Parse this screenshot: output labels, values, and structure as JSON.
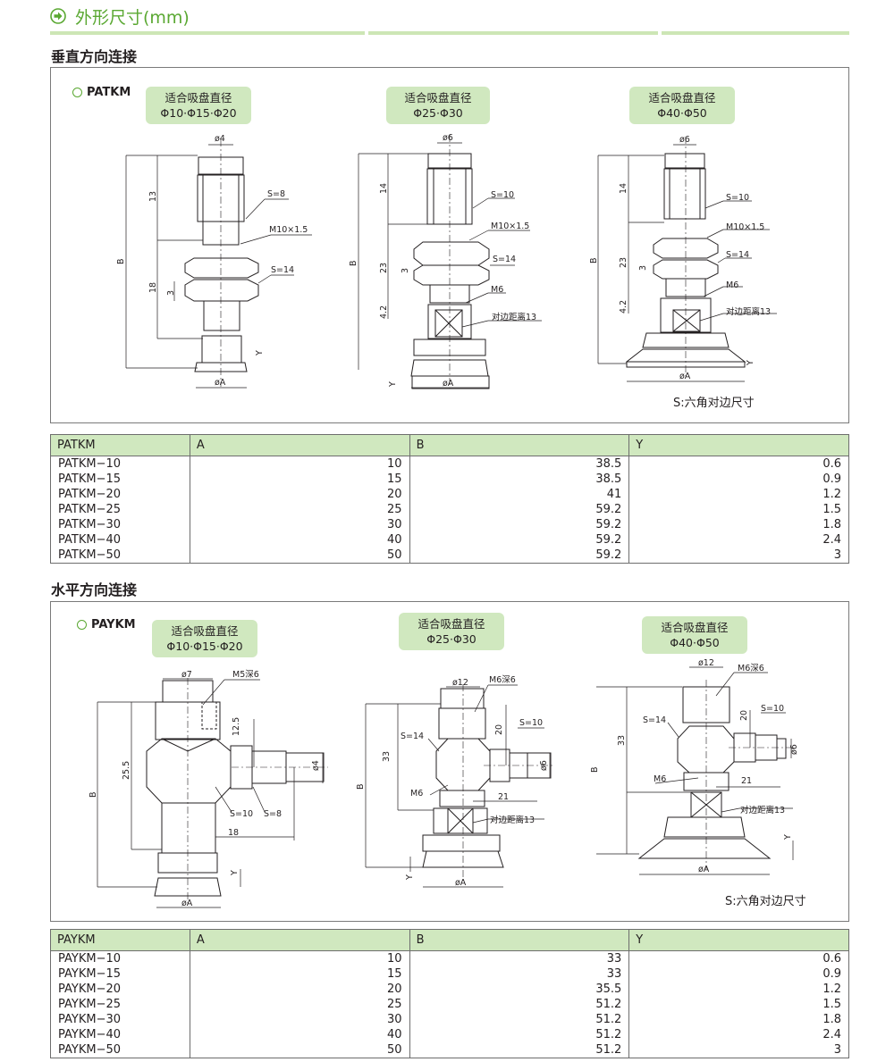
{
  "header": {
    "title": "外形尺寸(mm)",
    "icon": "arrow-circle-icon",
    "accent": "#5aa832"
  },
  "vertical": {
    "title": "垂直方向连接",
    "model": "PATKM",
    "fit_boxes": [
      {
        "line1": "适合吸盘直径",
        "line2": "Φ10·Φ15·Φ20"
      },
      {
        "line1": "适合吸盘直径",
        "line2": "Φ25·Φ30"
      },
      {
        "line1": "适合吸盘直径",
        "line2": "Φ40·Φ50"
      }
    ],
    "note": "S:六角对边尺寸",
    "labels": {
      "d4": "ø4",
      "d6": "ø6",
      "dA": "øA",
      "s8": "S=8",
      "s10": "S=10",
      "s14": "S=14",
      "m10": "M10×1.5",
      "m6": "M6",
      "opp13": "对边距离13",
      "n13": "13",
      "n18": "18",
      "n3": "3",
      "n14": "14",
      "n23": "23",
      "n42": "4.2",
      "B": "B",
      "Y": "Y"
    },
    "table": {
      "headers": [
        "PATKM",
        "A",
        "B",
        "Y"
      ],
      "rows": [
        [
          "PATKM−10",
          "10",
          "38.5",
          "0.6"
        ],
        [
          "PATKM−15",
          "15",
          "38.5",
          "0.9"
        ],
        [
          "PATKM−20",
          "20",
          "41",
          "1.2"
        ],
        [
          "PATKM−25",
          "25",
          "59.2",
          "1.5"
        ],
        [
          "PATKM−30",
          "30",
          "59.2",
          "1.8"
        ],
        [
          "PATKM−40",
          "40",
          "59.2",
          "2.4"
        ],
        [
          "PATKM−50",
          "50",
          "59.2",
          "3"
        ]
      ]
    }
  },
  "horizontal": {
    "title": "水平方向连接",
    "model": "PAYKM",
    "fit_boxes": [
      {
        "line1": "适合吸盘直径",
        "line2": "Φ10·Φ15·Φ20"
      },
      {
        "line1": "适合吸盘直径",
        "line2": "Φ25·Φ30"
      },
      {
        "line1": "适合吸盘直径",
        "line2": "Φ40·Φ50"
      }
    ],
    "note": "S:六角对边尺寸",
    "labels": {
      "d7": "ø7",
      "d12": "ø12",
      "d4": "ø4",
      "d6": "ø6",
      "dA": "øA",
      "m5": "M5深6",
      "m6d": "M6深6",
      "m6": "M6",
      "s10": "S=10",
      "s8": "S=8",
      "s14": "S=14",
      "opp13": "对边距离13",
      "n125": "12.5",
      "n255": "25.5",
      "n18": "18",
      "n20": "20",
      "n21": "21",
      "n33": "33",
      "B": "B",
      "Y": "Y"
    },
    "table": {
      "headers": [
        "PAYKM",
        "A",
        "B",
        "Y"
      ],
      "rows": [
        [
          "PAYKM−10",
          "10",
          "33",
          "0.6"
        ],
        [
          "PAYKM−15",
          "15",
          "33",
          "0.9"
        ],
        [
          "PAYKM−20",
          "20",
          "35.5",
          "1.2"
        ],
        [
          "PAYKM−25",
          "25",
          "51.2",
          "1.5"
        ],
        [
          "PAYKM−30",
          "30",
          "51.2",
          "1.8"
        ],
        [
          "PAYKM−40",
          "40",
          "51.2",
          "2.4"
        ],
        [
          "PAYKM−50",
          "50",
          "51.2",
          "3"
        ]
      ]
    }
  }
}
